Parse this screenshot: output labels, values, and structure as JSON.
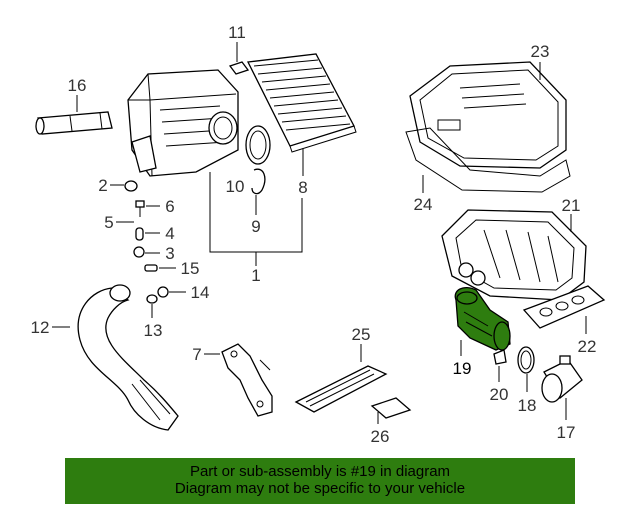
{
  "highlight_color": "#2e7d0f",
  "highlighted_part": "19",
  "callouts": {
    "c1": "1",
    "c2": "2",
    "c3": "3",
    "c4": "4",
    "c5": "5",
    "c6": "6",
    "c7": "7",
    "c8": "8",
    "c9": "9",
    "c10": "10",
    "c11": "11",
    "c12": "12",
    "c13": "13",
    "c14": "14",
    "c15": "15",
    "c16": "16",
    "c17": "17",
    "c18": "18",
    "c19": "19",
    "c20": "20",
    "c21": "21",
    "c22": "22",
    "c23": "23",
    "c24": "24",
    "c25": "25",
    "c26": "26"
  },
  "banner": {
    "line1": "Part or sub-assembly is #19 in diagram",
    "line2": "Diagram may not be specific to your vehicle"
  }
}
